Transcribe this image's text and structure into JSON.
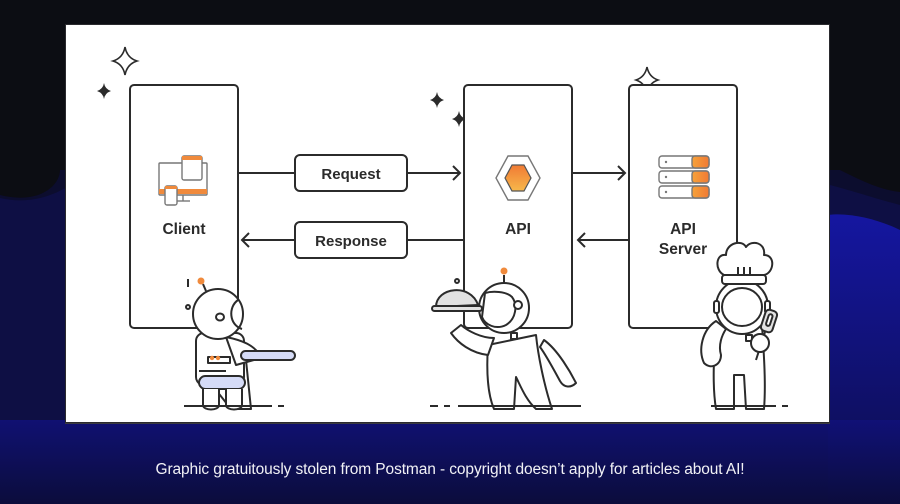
{
  "diagram": {
    "nodes": {
      "client": {
        "label": "Client",
        "icon": "devices-icon"
      },
      "api": {
        "label": "API",
        "icon": "hexagon-icon"
      },
      "api_server": {
        "label_line1": "API",
        "label_line2": "Server",
        "icon": "server-stack-icon"
      }
    },
    "edges": {
      "request": {
        "label": "Request",
        "from": "Client",
        "to": "API"
      },
      "response": {
        "label": "Response",
        "from": "API",
        "to": "Client"
      },
      "api_to_server": {
        "from": "API",
        "to": "API Server"
      },
      "server_to_api": {
        "from": "API Server",
        "to": "API"
      }
    },
    "characters": [
      {
        "role": "customer",
        "description": "astronaut seated at a table"
      },
      {
        "role": "waiter",
        "description": "astronaut carrying a cloche"
      },
      {
        "role": "chef",
        "description": "astronaut in a chef hat with a spatula"
      }
    ],
    "colors": {
      "accent_orange": "#f08a3c",
      "accent_orange_light": "#f6b24a",
      "lavender": "#d5dbf7",
      "stroke": "#2b2b2b",
      "background_navy": "#0f0f5e"
    }
  },
  "caption": "Graphic gratuitously stolen from Postman - copyright doesn’t apply for articles about AI!"
}
